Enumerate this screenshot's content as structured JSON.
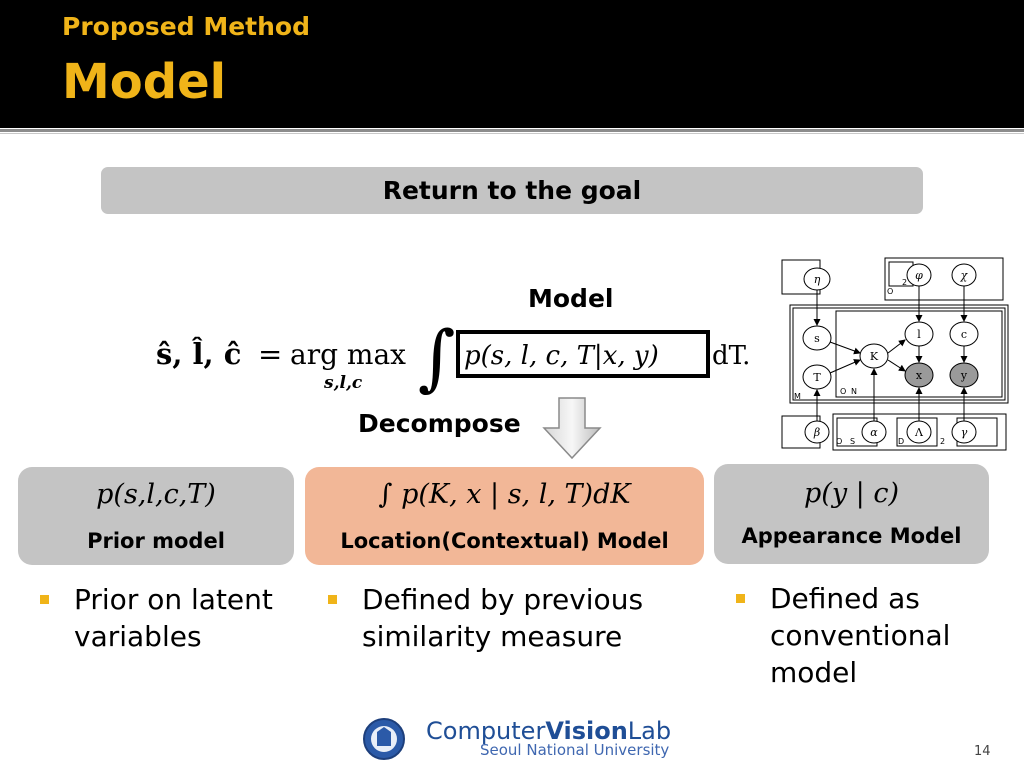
{
  "header": {
    "subtitle": "Proposed Method",
    "title": "Model"
  },
  "goal_bar": {
    "label": "Return to the goal"
  },
  "equation": {
    "model_label": "Model",
    "decompose_label": "Decompose",
    "lhs": "ŝ, l̂, ĉ",
    "eq": "=",
    "op": "arg max",
    "op_sub": "s,l,c",
    "integral": "∫",
    "term": "p(s, l, c, T|x, y)",
    "dT": "dT."
  },
  "boxes": {
    "prior": {
      "formula": "p(s,l,c,T)",
      "label": "Prior model"
    },
    "location": {
      "formula": "∫ p(K, x | s, l, T)dK",
      "label": "Location(Contextual) Model"
    },
    "appearance": {
      "formula": "p(y | c)",
      "label": "Appearance Model"
    }
  },
  "bullets": [
    {
      "lines": [
        "Prior on latent",
        "variables"
      ]
    },
    {
      "lines": [
        "Defined by previous",
        "similarity measure"
      ]
    },
    {
      "lines": [
        "Defined as",
        "conventional",
        "model"
      ]
    }
  ],
  "graph": {
    "nodes": [
      "η",
      "s",
      "T",
      "K",
      "l",
      "c",
      "x",
      "y",
      "φ",
      "χ",
      "β",
      "α",
      "Λ",
      "γ"
    ],
    "plate_labels": [
      "O",
      "2",
      "M",
      "N",
      "O",
      "S",
      "D",
      "2",
      "O"
    ]
  },
  "footer": {
    "logo_word1": "Computer",
    "logo_word2": "Vision",
    "logo_word3": "Lab",
    "logo_sub": "Seoul National University",
    "page_number": "14"
  },
  "colors": {
    "accent": "#f0b419",
    "header_bg": "#000000",
    "gray_box": "#c4c4c4",
    "salmon_box": "#f2b797",
    "logo_blue": "#1f4e96"
  }
}
